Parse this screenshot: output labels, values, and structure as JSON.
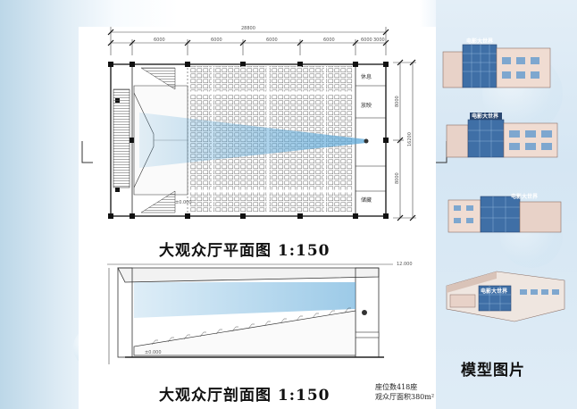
{
  "plan": {
    "caption": "大观众厅平面图 1:150",
    "total_dim": "28800",
    "bay_dims": [
      "6000",
      "6000",
      "6000",
      "6000",
      "6000",
      "3000"
    ],
    "right_dims": [
      "8000",
      "8000"
    ],
    "right_total": "16200",
    "rooms": {
      "toilet": "休息",
      "control": "放映",
      "storage": "储藏"
    },
    "level": "±0.000"
  },
  "section": {
    "caption": "大观众厅剖面图 1:150",
    "top_level": "12.000",
    "floor_level": "±0.000",
    "notes": [
      "座位数418座",
      "观众厅面积380m²"
    ]
  },
  "models": {
    "caption": "模型图片",
    "signs": [
      "电影大世界",
      "电影大世界",
      "电影大世界",
      "电影大世界"
    ]
  }
}
